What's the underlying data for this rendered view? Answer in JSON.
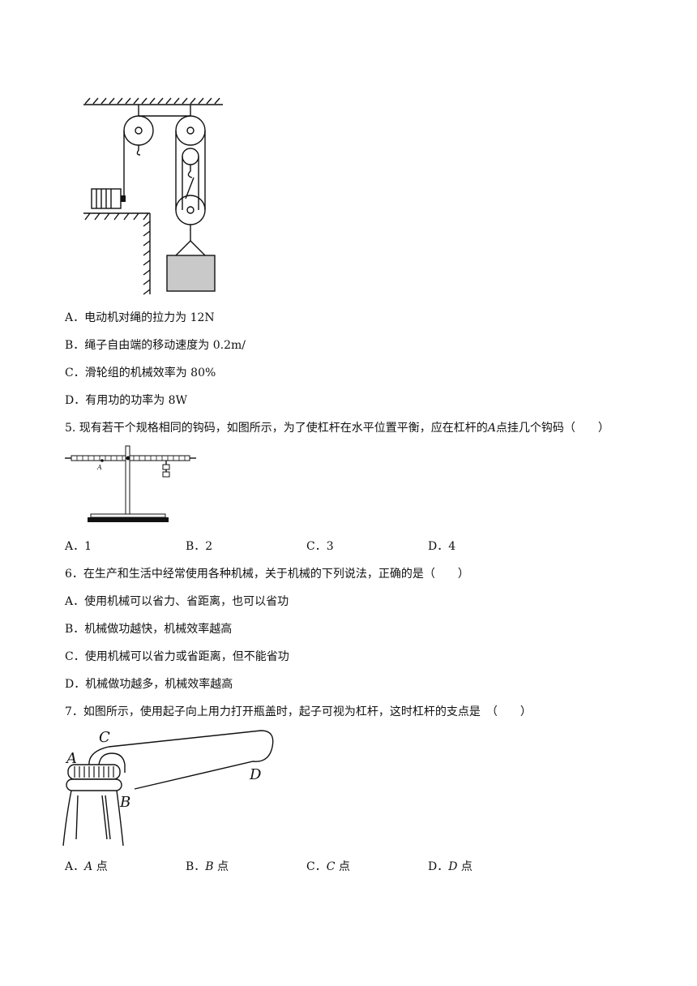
{
  "q4": {
    "options": [
      {
        "letter": "A．",
        "text": "电动机对绳的拉力为 12N"
      },
      {
        "letter": "B．",
        "text": "绳子自由端的移动速度为 0.2m/"
      },
      {
        "letter": "C．",
        "text": "滑轮组的机械效率为 80%"
      },
      {
        "letter": "D．",
        "text": "有用功的功率为 8W"
      }
    ]
  },
  "q5": {
    "stem_a": "5. 现有若干个规格相同的钩码，如图所示，为了使杠杆在水平位置平衡，应在杠杆的",
    "stem_point": "A",
    "stem_b": "点挂几个钩码（　　）",
    "figure_label": "A",
    "options": [
      {
        "letter": "A．",
        "text": "1"
      },
      {
        "letter": "B．",
        "text": "2"
      },
      {
        "letter": "C．",
        "text": "3"
      },
      {
        "letter": "D．",
        "text": "4"
      }
    ]
  },
  "q6": {
    "stem": "6．在生产和生活中经常使用各种机械，关于机械的下列说法，正确的是（　　）",
    "options": [
      {
        "letter": "A．",
        "text": "使用机械可以省力、省距离，也可以省功"
      },
      {
        "letter": "B．",
        "text": "机械做功越快，机械效率越高"
      },
      {
        "letter": "C．",
        "text": "使用机械可以省力或省距离，但不能省功"
      },
      {
        "letter": "D．",
        "text": "机械做功越多，机械效率越高"
      }
    ]
  },
  "q7": {
    "stem": "7．如图所示，使用起子向上用力打开瓶盖时，起子可视为杠杆，这时杠杆的支点是　（　　）",
    "figure_labels": {
      "a": "A",
      "b": "B",
      "c": "C",
      "d": "D"
    },
    "options": [
      {
        "letter": "A．",
        "point": "A",
        "text": "点"
      },
      {
        "letter": "B．",
        "point": "B",
        "text": "点"
      },
      {
        "letter": "C．",
        "point": "C",
        "text": "点"
      },
      {
        "letter": "D．",
        "point": "D",
        "text": "点"
      }
    ]
  }
}
